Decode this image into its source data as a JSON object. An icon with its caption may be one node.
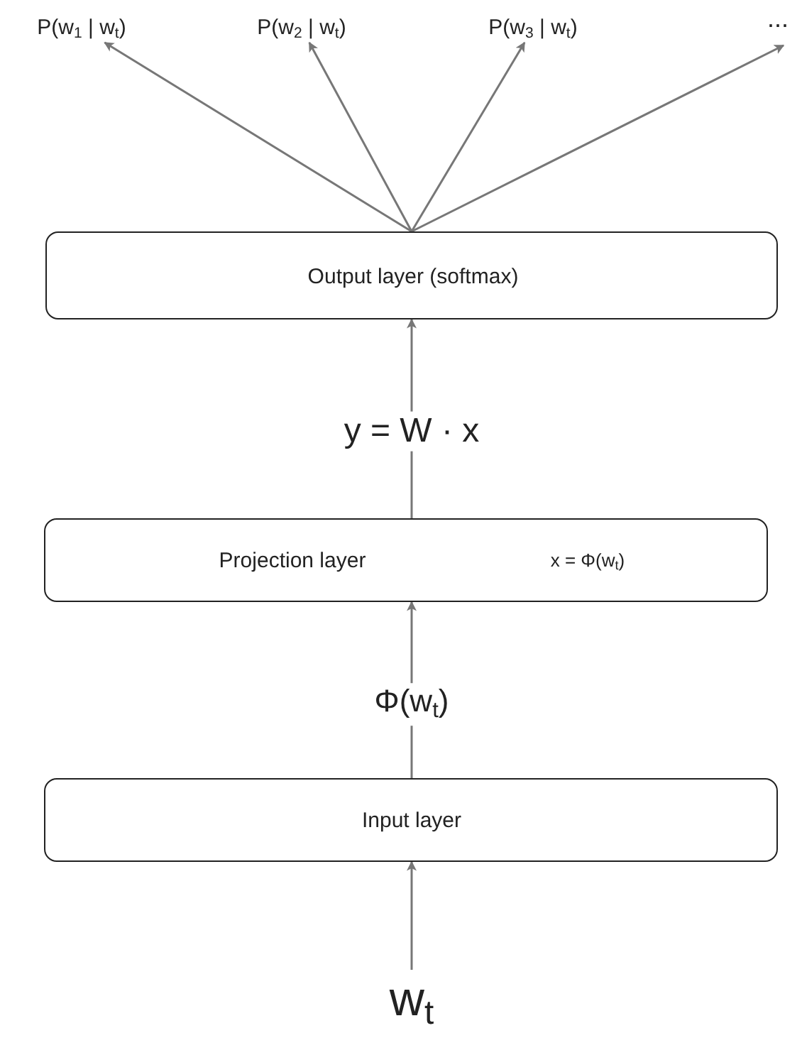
{
  "diagram": {
    "nodes": [
      {
        "text": [
          "P(w$_{1}$ | w$_{t}$)"
        ]
      },
      {
        "text": [
          "P(w$_{2}$ | w$_{t}$)"
        ]
      },
      {
        "text": [
          "P(w$_{3}$ | w$_{t}$)"
        ]
      },
      {
        "text": [
          "..."
        ]
      },
      {
        "text": [
          "Output layer (softmax)"
        ]
      },
      {
        "text": [
          "Projection layer",
          "x = Φ(w$_{t}$)"
        ]
      },
      {
        "text": [
          "Input layer"
        ]
      },
      {
        "text": [
          "w$_{t}$"
        ]
      }
    ],
    "edges": [
      {
        "from": 4,
        "to": 0,
        "arrow": "to"
      },
      {
        "from": 4,
        "to": 1,
        "arrow": "to"
      },
      {
        "from": 4,
        "to": 2,
        "arrow": "to"
      },
      {
        "from": 4,
        "to": 3,
        "arrow": "to"
      },
      {
        "from": 5,
        "to": 4,
        "arrow": "to",
        "label": "y = W · x"
      },
      {
        "from": 6,
        "to": 5,
        "arrow": "to",
        "label": "Φ(w$_{t}$)"
      },
      {
        "from": 7,
        "to": 6,
        "arrow": "to"
      }
    ]
  }
}
